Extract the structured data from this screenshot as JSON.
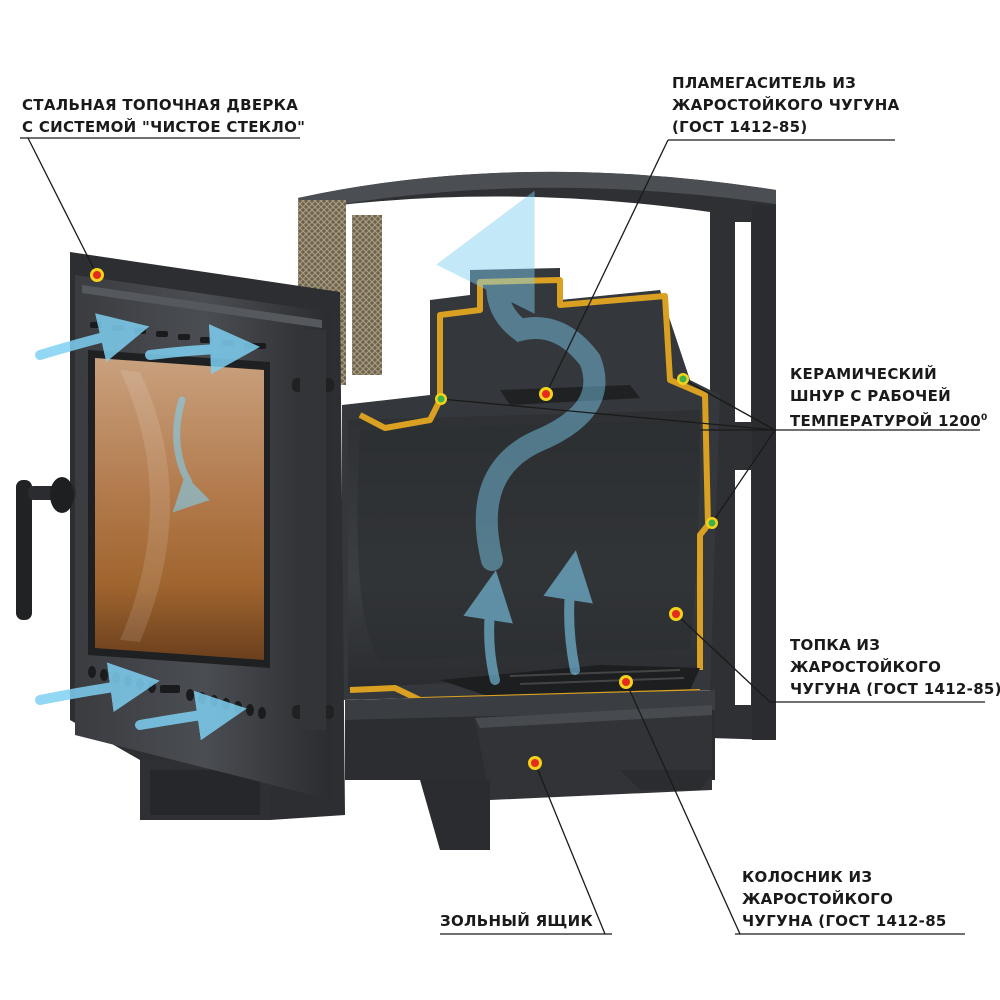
{
  "labels": {
    "door": {
      "line1": "СТАЛЬНАЯ ТОПОЧНАЯ ДВЕРКА",
      "line2": "С СИСТЕМОЙ \"ЧИСТОЕ СТЕКЛО\""
    },
    "flame_damper": {
      "line1": "ПЛАМЕГАСИТЕЛЬ ИЗ",
      "line2": "ЖАРОСТОЙКОГО ЧУГУНА",
      "line3": "(ГОСТ 1412-85)"
    },
    "ceramic_cord": {
      "line1": "КЕРАМИЧЕСКИЙ",
      "line2": "ШНУР С РАБОЧЕЙ",
      "line3": "ТЕМПЕРАТУРОЙ 1200",
      "line3_sup": "0"
    },
    "firebox": {
      "line1": "ТОПКА ИЗ",
      "line2": "ЖАРОСТОЙКОГО",
      "line3": "ЧУГУНА (ГОСТ 1412-85)"
    },
    "ash_box": {
      "line1": "ЗОЛЬНЫЙ ЯЩИК"
    },
    "grate": {
      "line1": "КОЛОСНИК ИЗ",
      "line2": "ЖАРОСТОЙКОГО",
      "line3": "ЧУГУНА (ГОСТ 1412-85"
    }
  },
  "colors": {
    "metal_dark": "#2b2d30",
    "metal_mid": "#3d4044",
    "gasket": "#d9a021",
    "glass": "#9a6438",
    "airflow": "#6fc6ee",
    "marker_red": "#e52b1f",
    "marker_yellow": "#f4d31a",
    "marker_green": "#3db24a"
  }
}
